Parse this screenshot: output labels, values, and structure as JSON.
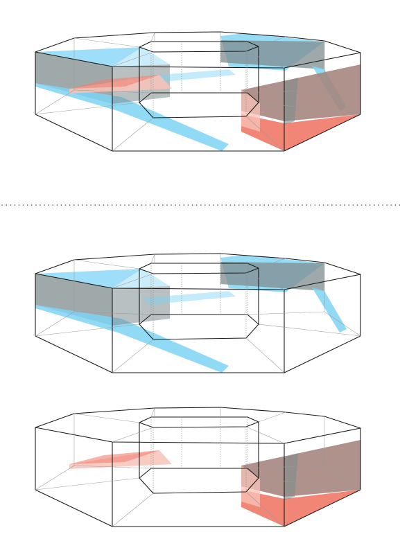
{
  "figure": {
    "panels": [
      {
        "id": "combined",
        "surfaces": [
          "blue",
          "red"
        ]
      },
      {
        "id": "blue-only",
        "surfaces": [
          "blue"
        ]
      },
      {
        "id": "red-only",
        "surfaces": [
          "red"
        ]
      }
    ],
    "separator": "dotted-line-after-first-panel"
  },
  "colors": {
    "blue_surface": "#7dd3f5",
    "gray_surface": "#7f8c8e",
    "red_surface": "#f08070",
    "pink_surface": "#f8c3b8",
    "mauve_surface": "#a5867e",
    "edge": "#1a1a1a"
  }
}
